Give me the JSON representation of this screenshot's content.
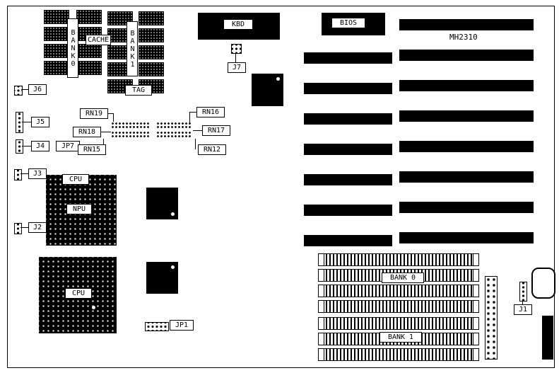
{
  "colors": {
    "ink": "#000000",
    "paper": "#ffffff"
  },
  "board": {
    "model": "MH2310"
  },
  "cache_area": {
    "bank0": "BANK0",
    "cache": "CACHE",
    "bank1": "BANK1",
    "tag": "TAG"
  },
  "chips": {
    "kbd": "KBD",
    "bios": "BIOS"
  },
  "processors": {
    "cpu_top": "CPU",
    "npu": "NPU",
    "cpu_bottom": "CPU"
  },
  "connectors": {
    "j1": "J1",
    "j2": "J2",
    "j3": "J3",
    "j4": "J4",
    "j5": "J5",
    "j6": "J6",
    "j7": "J7",
    "jp1": "JP1",
    "jp7": "JP7"
  },
  "resistor_networks": {
    "rn12": "RN12",
    "rn15": "RN15",
    "rn16": "RN16",
    "rn17": "RN17",
    "rn18": "RN18",
    "rn19": "RN19"
  },
  "simm_banks": {
    "bank0": "BANK 0",
    "bank1": "BANK 1"
  }
}
